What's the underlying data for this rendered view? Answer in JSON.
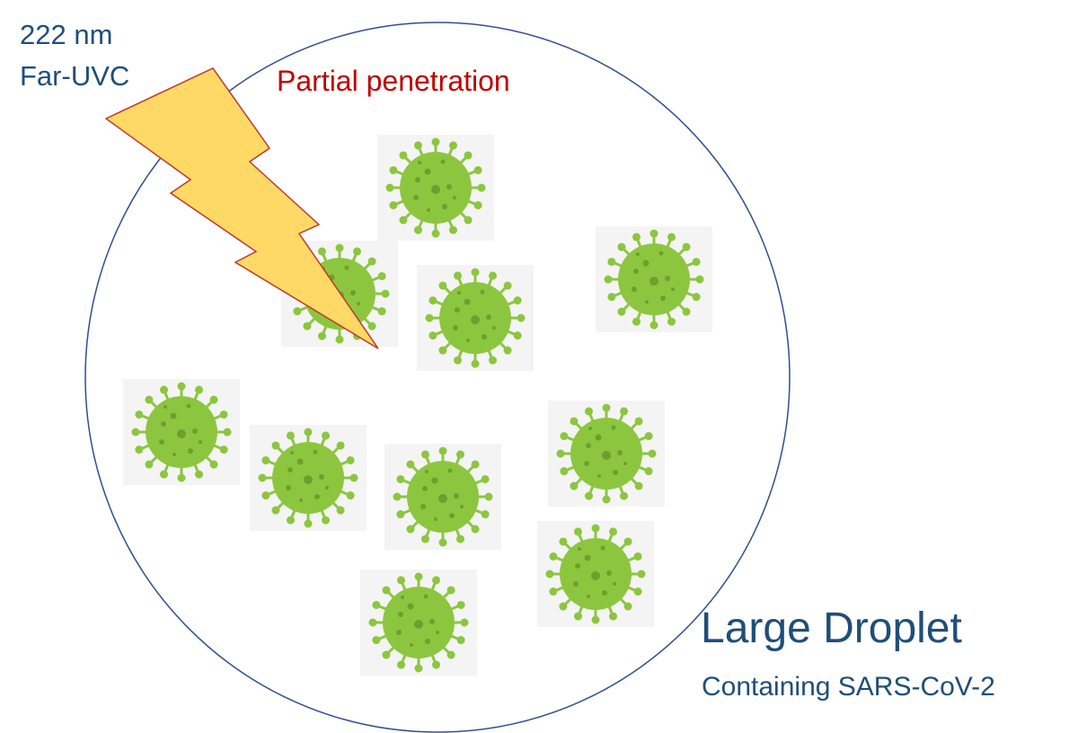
{
  "labels": {
    "wavelength": "222 nm",
    "light_type": "Far-UVC",
    "penetration": "Partial penetration",
    "droplet_title": "Large Droplet",
    "droplet_subtitle": "Containing SARS-CoV-2"
  },
  "colors": {
    "text_blue": "#1f4e79",
    "text_red": "#c00000",
    "circle_outline": "#2f4f8f",
    "bolt_fill": "#ffd966",
    "bolt_outline": "#c0392b",
    "virus_body": "#8cc63f",
    "virus_dots": "#6e9e30",
    "tile_bg": "#f4f4f4"
  },
  "virus_count": 10
}
